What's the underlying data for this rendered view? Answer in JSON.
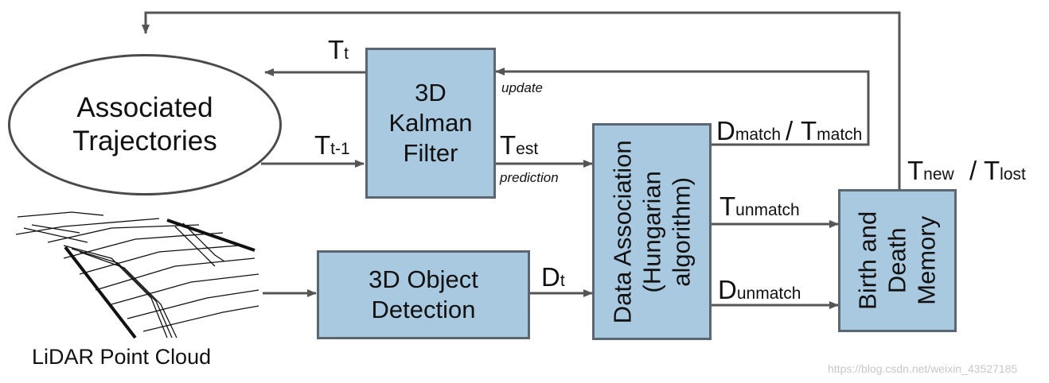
{
  "trajectories": {
    "line1": "Associated",
    "line2": "Trajectories"
  },
  "kalman": {
    "line1": "3D",
    "line2": "Kalman",
    "line3": "Filter"
  },
  "detection": {
    "line1": "3D Object",
    "line2": "Detection"
  },
  "association": {
    "line1": "Data Association",
    "line2": "(Hungarian",
    "line3": "algorithm)"
  },
  "memory": {
    "line1": "Birth and",
    "line2": "Death",
    "line3": "Memory"
  },
  "lidar": {
    "caption": "LiDAR Point Cloud"
  },
  "labels": {
    "t_t": {
      "main": "T",
      "sub": "t"
    },
    "t_prev": {
      "main": "T",
      "sub": "t-1"
    },
    "t_est": {
      "main": "T",
      "sub": "est"
    },
    "d_t": {
      "main": "D",
      "sub": "t"
    },
    "d_match": {
      "main": "D",
      "sub": "match"
    },
    "slash": "/",
    "t_match": {
      "main": "T",
      "sub": "match"
    },
    "t_unmatch": {
      "main": "T",
      "sub": "unmatch"
    },
    "d_unmatch": {
      "main": "D",
      "sub": "unmatch"
    },
    "t_new": {
      "main": "T",
      "sub": "new"
    },
    "t_lost": {
      "main": "T",
      "sub": "lost"
    },
    "update": "update",
    "prediction": "prediction"
  },
  "watermark": "https://blog.csdn.net/weixin_43527185",
  "colors": {
    "box_fill": "#a9c9e0",
    "box_border": "#5c6670",
    "arrow": "#555555"
  }
}
